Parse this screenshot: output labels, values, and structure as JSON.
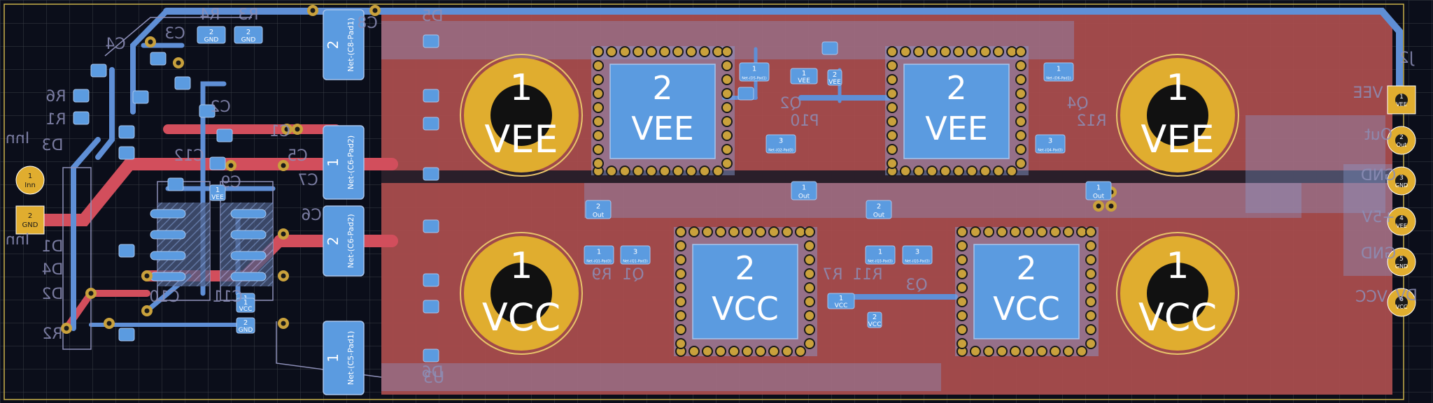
{
  "colors": {
    "background": "#0b0e1a",
    "grid": "#3a3d46",
    "copper_fill": "#a94d4d",
    "front_trace": "#d24e5c",
    "back_trace": "#5f8fd6",
    "pad": "#5b9be0",
    "via": "#c9a13c",
    "mounting_hole": "#e0ad2f",
    "silkscreen": "#8d8fb8"
  },
  "silkscreen_labels": [
    "R4",
    "R3",
    "C3",
    "C4",
    "R6",
    "R1",
    "C2",
    "C1",
    "Inn",
    "D3",
    "D1",
    "D4",
    "D2",
    "R2",
    "Inn",
    "C12",
    "C9",
    "C10",
    "C11",
    "C5",
    "C7",
    "C6",
    "C8",
    "D5",
    "D6",
    "Q2",
    "P10",
    "Q4",
    "R12",
    "Q1",
    "R9",
    "R7",
    "R11",
    "Q3",
    "J2",
    "DV",
    "Out",
    "GND",
    "+5V",
    "GND",
    "VCC",
    "VEE",
    "U3"
  ],
  "big_pads": [
    {
      "number": "1",
      "net": "VEE"
    },
    {
      "number": "2",
      "net": "VEE"
    },
    {
      "number": "2",
      "net": "VEE"
    },
    {
      "number": "1",
      "net": "VEE"
    },
    {
      "number": "1",
      "net": "VCC"
    },
    {
      "number": "2",
      "net": "VCC"
    },
    {
      "number": "2",
      "net": "VCC"
    },
    {
      "number": "1",
      "net": "VCC"
    }
  ],
  "connector_pads": [
    {
      "number": "1",
      "net": "Inn"
    },
    {
      "number": "2",
      "net": "GND"
    }
  ],
  "j2_pads": [
    {
      "number": "1",
      "net": "VEE"
    },
    {
      "number": "2",
      "net": "Out"
    },
    {
      "number": "3",
      "net": "GND"
    },
    {
      "number": "4",
      "net": "VEE"
    },
    {
      "number": "5",
      "net": "GND"
    },
    {
      "number": "6",
      "net": "VCC"
    }
  ],
  "tall_pads": [
    {
      "number": "2",
      "net": "Net-(C8-Pad1)"
    },
    {
      "number": "1",
      "net": "Net-(C6-Pad2)"
    },
    {
      "number": "2",
      "net": "Net-(C6-Pad2)"
    },
    {
      "number": "1",
      "net": "Net-(C5-Pad1)"
    }
  ],
  "small_pads": [
    {
      "number": "2",
      "net": "GND"
    },
    {
      "number": "2",
      "net": "GND"
    },
    {
      "number": "1",
      "net": "Out"
    },
    {
      "number": "2",
      "net": "Out"
    },
    {
      "number": "2",
      "net": "Out"
    },
    {
      "number": "1",
      "net": "Out"
    },
    {
      "number": "1",
      "net": "VEE"
    },
    {
      "number": "1",
      "net": "VCC"
    },
    {
      "number": "2",
      "net": "VEE"
    },
    {
      "number": "2",
      "net": "VCC"
    },
    {
      "number": "1",
      "net": "Net-(D5-Pad1)"
    },
    {
      "number": "3",
      "net": "Net-(Q2-Pad3)"
    },
    {
      "number": "3",
      "net": "Net-(Q4-Pad3)"
    },
    {
      "number": "1",
      "net": "Net-(D6-Pad1)"
    },
    {
      "number": "1",
      "net": "Net-(Q1-Pad3)"
    },
    {
      "number": "3",
      "net": "Net-(Q1-Pad3)"
    },
    {
      "number": "1",
      "net": "Net-(Q3-Pad3)"
    },
    {
      "number": "3",
      "net": "Net-(Q3-Pad3)"
    },
    {
      "number": "2",
      "net": "GND"
    },
    {
      "number": "1",
      "net": "GND"
    },
    {
      "number": "1",
      "net": "VCC"
    },
    {
      "number": "1",
      "net": "VEE"
    }
  ]
}
